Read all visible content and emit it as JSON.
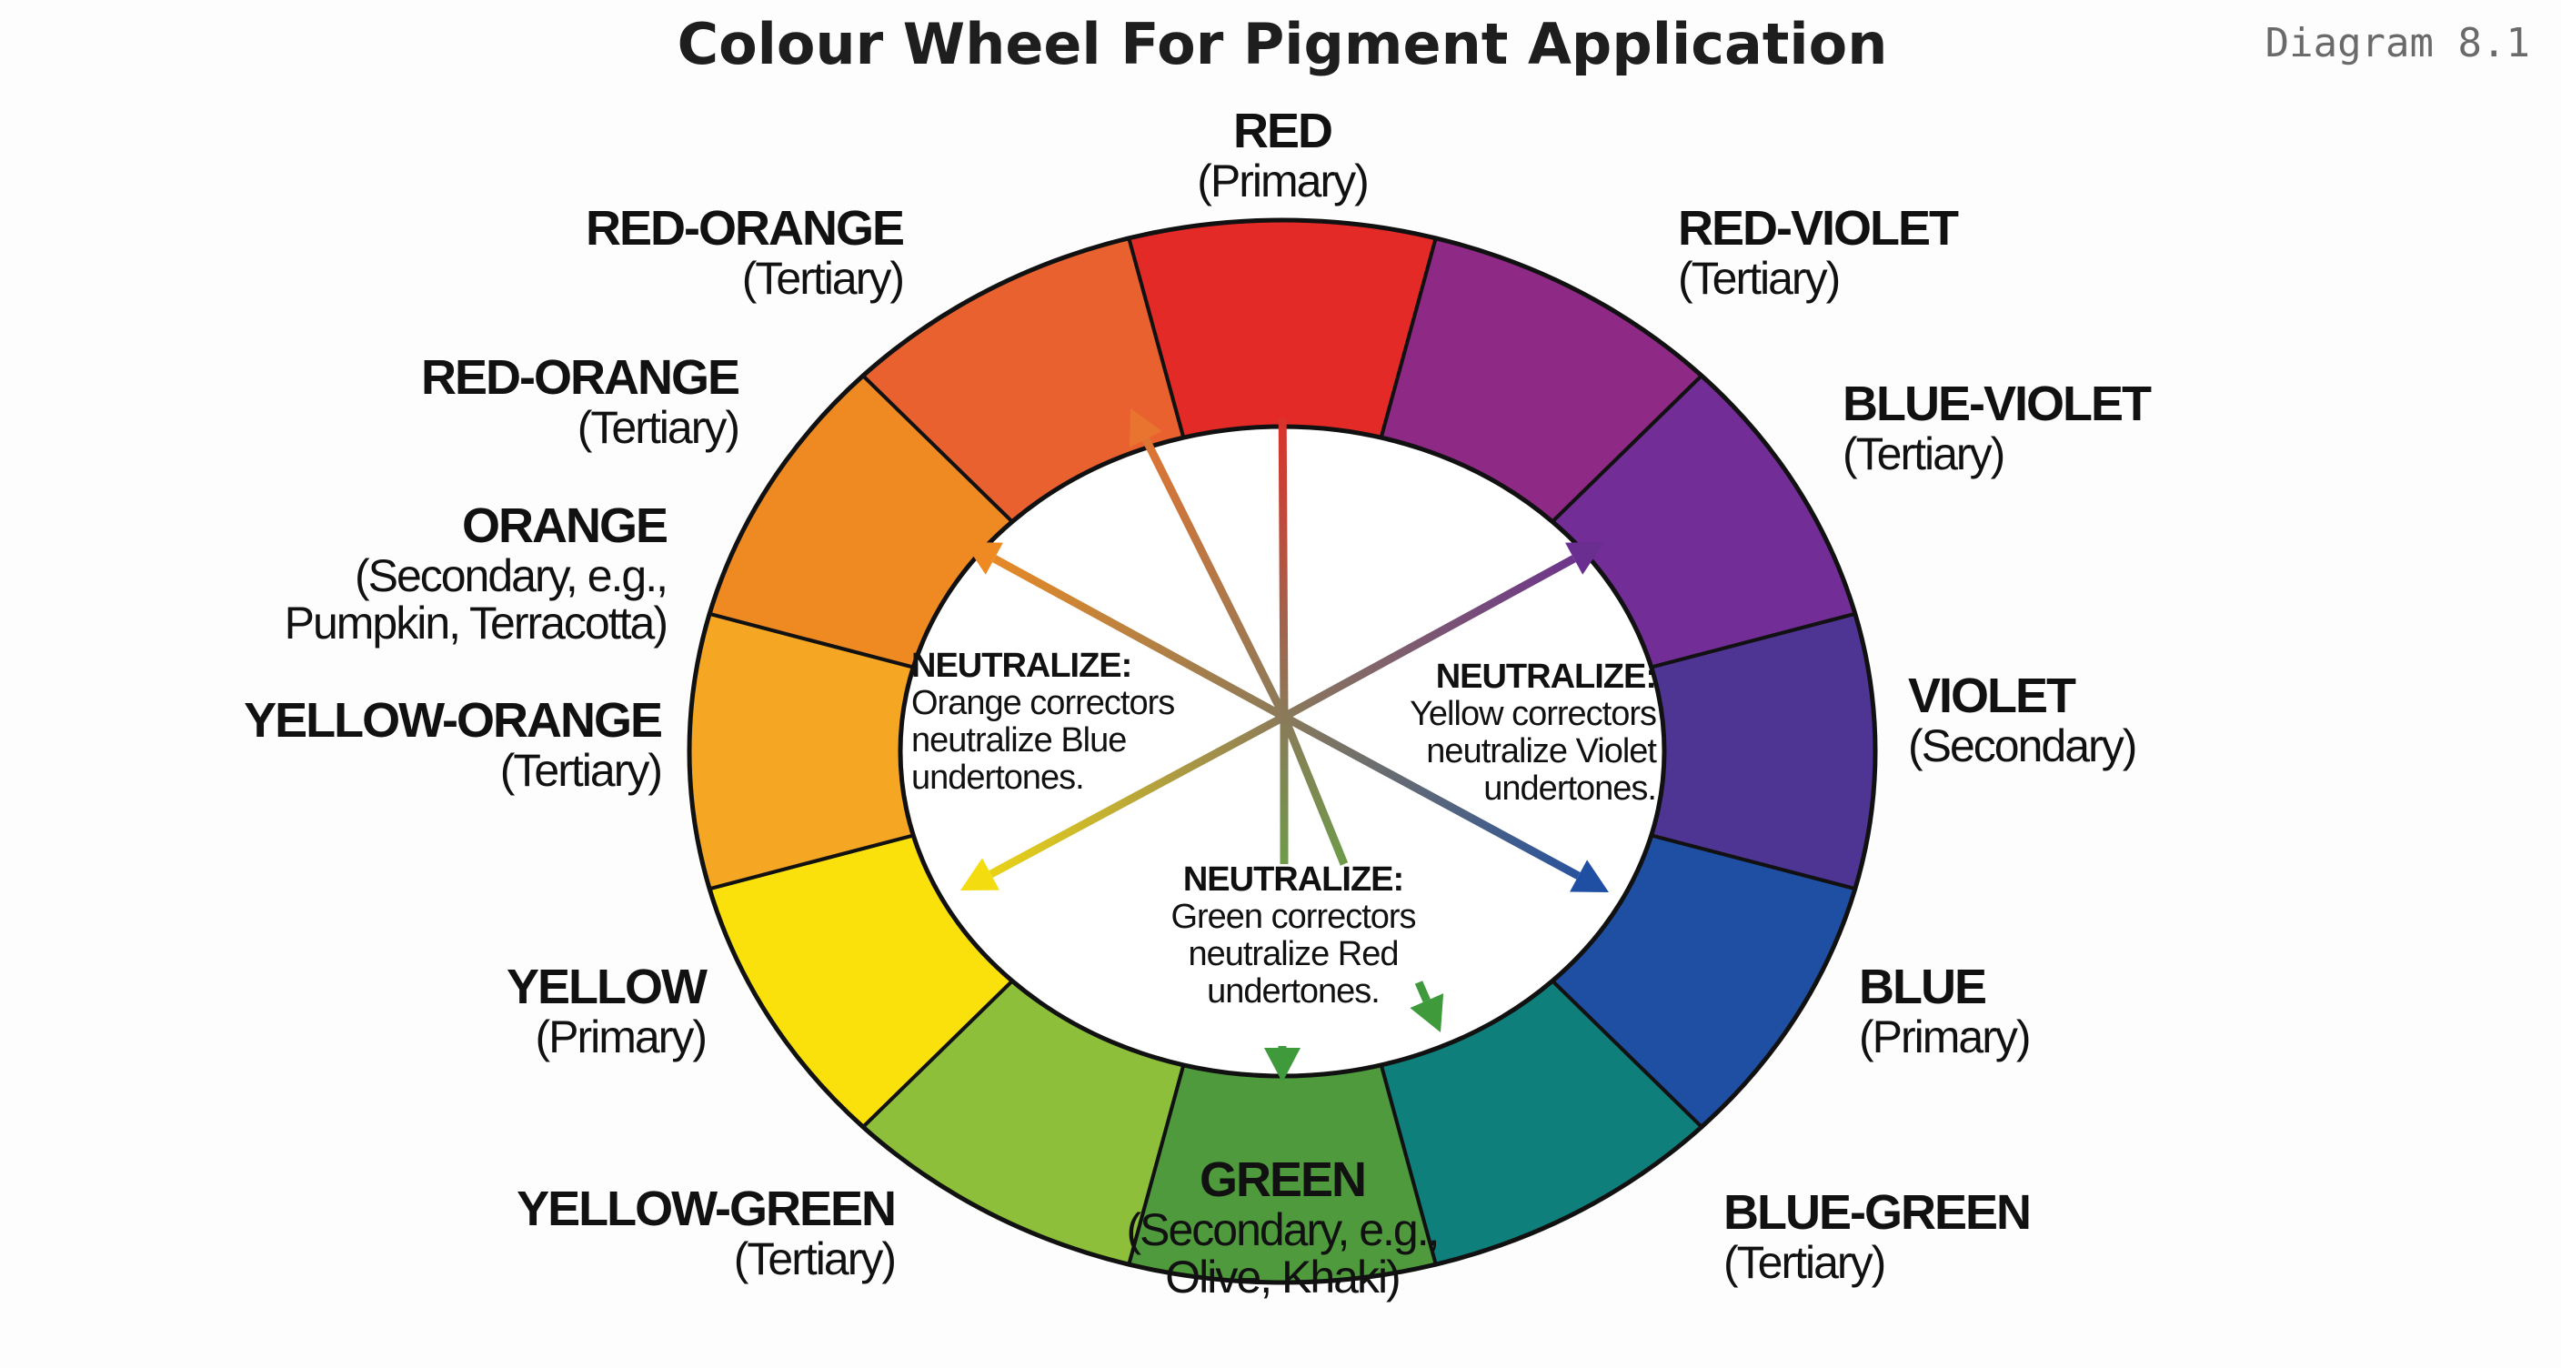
{
  "header": {
    "title": "Colour Wheel For Pigment Application",
    "diagram_number": "Diagram 8.1"
  },
  "segments": [
    {
      "name": "RED",
      "type": "(Primary)",
      "color": "#e32a26"
    },
    {
      "name": "RED-VIOLET",
      "type": "(Tertiary)",
      "color": "#8e2a86"
    },
    {
      "name": "BLUE-VIOLET",
      "type": "(Tertiary)",
      "color": "#722d96"
    },
    {
      "name": "VIOLET",
      "type": "(Secondary)",
      "color": "#4f3593"
    },
    {
      "name": "BLUE",
      "type": "(Primary)",
      "color": "#1f4fa3"
    },
    {
      "name": "BLUE-GREEN",
      "type": "(Tertiary)",
      "color": "#0e7f7b"
    },
    {
      "name": "GREEN",
      "type": "(Secondary, e.g.,",
      "type2": "Olive, Khaki)",
      "color": "#4f9a3c"
    },
    {
      "name": "YELLOW-GREEN",
      "type": "(Tertiary)",
      "color": "#8dbf3a"
    },
    {
      "name": "YELLOW",
      "type": "(Primary)",
      "color": "#fbe10b"
    },
    {
      "name": "YELLOW-ORANGE",
      "type": "(Tertiary)",
      "color": "#f5a623"
    },
    {
      "name": "ORANGE",
      "type": "(Secondary, e.g.,",
      "type2": "Pumpkin, Terracotta)",
      "color": "#ef8a22"
    },
    {
      "name": "RED-ORANGE",
      "type": "(Tertiary)",
      "color": "#e8612f"
    }
  ],
  "extra_label": {
    "name": "RED-ORANGE",
    "type": "(Tertiary)"
  },
  "notes": [
    {
      "heading": "NEUTRALIZE:",
      "lines": [
        "Orange correctors",
        "neutralize Blue",
        "undertones."
      ]
    },
    {
      "heading": "NEUTRALIZE:",
      "lines": [
        "Yellow correctors",
        "neutralize Violet",
        "undertones."
      ]
    },
    {
      "heading": "NEUTRALIZE:",
      "lines": [
        "Green correctors",
        "neutralize Red",
        "undertones."
      ]
    }
  ],
  "arrows": [
    {
      "to": "RED",
      "color": "#e32a26"
    },
    {
      "to": "RED-ORANGE",
      "color": "#e8742f"
    },
    {
      "to": "ORANGE",
      "color": "#ef8a22"
    },
    {
      "to": "YELLOW",
      "color": "#f3dc10"
    },
    {
      "to": "BLUE-VIOLET",
      "color": "#6a2d90"
    },
    {
      "to": "BLUE",
      "color": "#1f4fa3"
    },
    {
      "to": "GREEN",
      "color": "#3f9a3c"
    },
    {
      "to": "GREEN",
      "color": "#3f9a3c"
    }
  ],
  "hub_color": "#8a7a5a",
  "outline_color": "#111111"
}
